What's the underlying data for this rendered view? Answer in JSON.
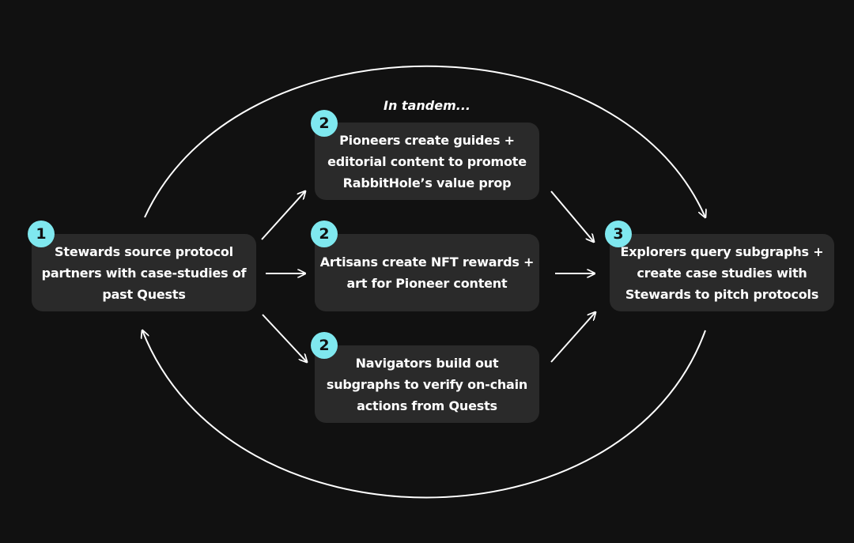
{
  "colors": {
    "background": "#111111",
    "card": "#2a2a2a",
    "badge": "#7fe8ef",
    "arrow": "#ffffff"
  },
  "tandem_note": "In tandem...",
  "steps": {
    "stewards": {
      "number": "1",
      "lines": [
        "Stewards source protocol",
        "partners with case-studies of",
        "past Quests"
      ]
    },
    "pioneers": {
      "number": "2",
      "lines": [
        "Pioneers create guides +",
        "editorial content to promote",
        "RabbitHole’s value prop"
      ]
    },
    "artisans": {
      "number": "2",
      "lines": [
        "Artisans create NFT rewards +",
        "art for Pioneer content"
      ]
    },
    "navigators": {
      "number": "2",
      "lines": [
        "Navigators build out",
        "subgraphs to verify on-chain",
        "actions from Quests"
      ]
    },
    "explorers": {
      "number": "3",
      "lines": [
        "Explorers query subgraphs +",
        "create case studies with",
        "Stewards to pitch protocols"
      ]
    }
  },
  "flows": [
    {
      "from": "stewards",
      "to": "pioneers"
    },
    {
      "from": "stewards",
      "to": "artisans"
    },
    {
      "from": "stewards",
      "to": "navigators"
    },
    {
      "from": "pioneers",
      "to": "explorers"
    },
    {
      "from": "artisans",
      "to": "explorers"
    },
    {
      "from": "navigators",
      "to": "explorers"
    },
    {
      "from": "stewards",
      "to": "explorers",
      "route": "top-arc"
    },
    {
      "from": "explorers",
      "to": "stewards",
      "route": "bottom-arc"
    }
  ]
}
